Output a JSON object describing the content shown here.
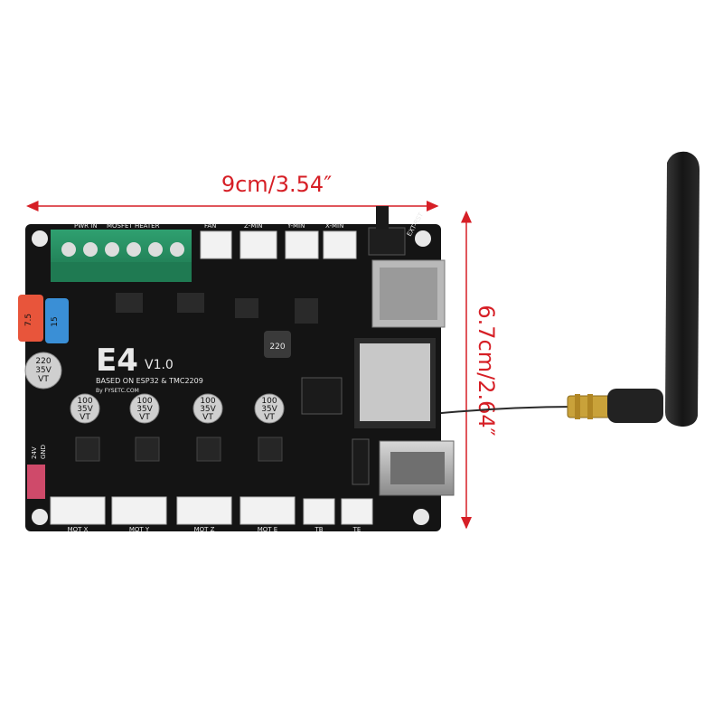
{
  "dimensions": {
    "width_label": "9cm/3.54″",
    "height_label": "6.7cm/2.64″",
    "color": "#d61f26"
  },
  "board": {
    "model": "E4",
    "version": "V1.0",
    "based_on": "BASED ON ESP32 & TMC2209",
    "by": "By FYSETC.COM",
    "fuses": [
      {
        "value": "7.5",
        "color": "#e8553b"
      },
      {
        "value": "15",
        "color": "#3a8fd6"
      }
    ],
    "bulk_cap": {
      "lines": [
        "220",
        "35V",
        "VT"
      ]
    },
    "driver_caps": [
      {
        "lines": [
          "100",
          "35V",
          "VT"
        ]
      },
      {
        "lines": [
          "100",
          "35V",
          "VT"
        ]
      },
      {
        "lines": [
          "100",
          "35V",
          "VT"
        ]
      },
      {
        "lines": [
          "100",
          "35V",
          "VT"
        ]
      }
    ],
    "inductor": "220",
    "top_labels": [
      "PWR IN",
      "MOSFET HEATER",
      "FAN",
      "Z-MIN",
      "Y-MIN",
      "X-MIN",
      "EXT-RST"
    ],
    "bottom_labels": [
      "MOT X",
      "MOT Y",
      "MOT Z",
      "MOT E",
      "TB",
      "TE"
    ],
    "side_labels": [
      "24V",
      "GND"
    ]
  },
  "antenna": {
    "color": "#1c1c1c"
  }
}
